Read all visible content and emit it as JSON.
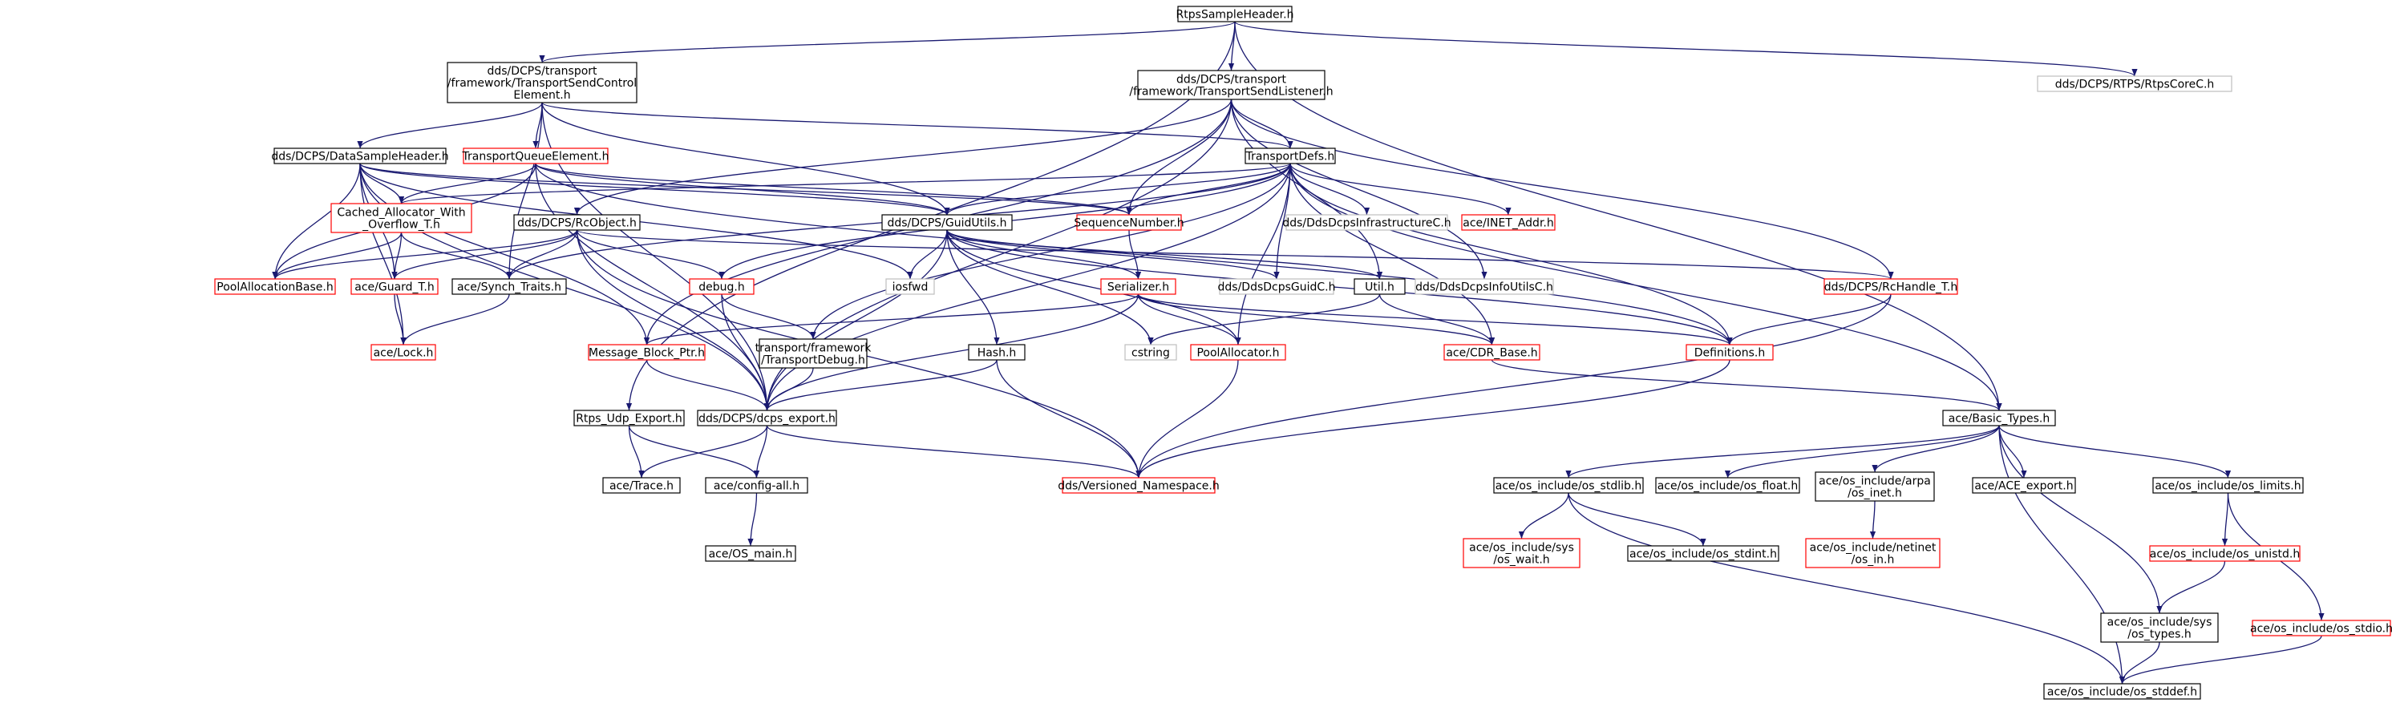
{
  "colors": {
    "edge": "#191970",
    "border_normal": "#000000",
    "border_truncated": "#ff0000",
    "border_external": "#bfbfbf",
    "root_fill": "#bfbfbf"
  },
  "nodes": [
    {
      "id": "rtpssample",
      "lines": [
        "RtpsSampleHeader.h"
      ],
      "kind": "root"
    },
    {
      "id": "tsce",
      "lines": [
        "dds/DCPS/transport",
        "/framework/TransportSendControl",
        "Element.h"
      ],
      "kind": "normal"
    },
    {
      "id": "tsl",
      "lines": [
        "dds/DCPS/transport",
        "/framework/TransportSendListener.h"
      ],
      "kind": "normal"
    },
    {
      "id": "rtpscorec",
      "lines": [
        "dds/DCPS/RTPS/RtpsCoreC.h"
      ],
      "kind": "external"
    },
    {
      "id": "dsh",
      "lines": [
        "dds/DCPS/DataSampleHeader.h"
      ],
      "kind": "normal"
    },
    {
      "id": "tqe",
      "lines": [
        "TransportQueueElement.h"
      ],
      "kind": "truncated"
    },
    {
      "id": "tdefs",
      "lines": [
        "TransportDefs.h"
      ],
      "kind": "normal"
    },
    {
      "id": "cached",
      "lines": [
        "Cached_Allocator_With",
        "_Overflow_T.h"
      ],
      "kind": "truncated"
    },
    {
      "id": "rcobject",
      "lines": [
        "dds/DCPS/RcObject.h"
      ],
      "kind": "normal"
    },
    {
      "id": "guidutils",
      "lines": [
        "dds/DCPS/GuidUtils.h"
      ],
      "kind": "normal"
    },
    {
      "id": "seqnum",
      "lines": [
        "SequenceNumber.h"
      ],
      "kind": "truncated"
    },
    {
      "id": "infracorec",
      "lines": [
        "dds/DdsDcpsInfrastructureC.h"
      ],
      "kind": "external"
    },
    {
      "id": "inetaddr",
      "lines": [
        "ace/INET_Addr.h"
      ],
      "kind": "truncated"
    },
    {
      "id": "poolallocbase",
      "lines": [
        "PoolAllocationBase.h"
      ],
      "kind": "truncated"
    },
    {
      "id": "guard",
      "lines": [
        "ace/Guard_T.h"
      ],
      "kind": "truncated"
    },
    {
      "id": "synch",
      "lines": [
        "ace/Synch_Traits.h"
      ],
      "kind": "normal"
    },
    {
      "id": "debug",
      "lines": [
        "debug.h"
      ],
      "kind": "truncated"
    },
    {
      "id": "iosfwd",
      "lines": [
        "iosfwd"
      ],
      "kind": "external"
    },
    {
      "id": "serializer",
      "lines": [
        "Serializer.h"
      ],
      "kind": "truncated"
    },
    {
      "id": "guidc",
      "lines": [
        "dds/DdsDcpsGuidC.h"
      ],
      "kind": "external"
    },
    {
      "id": "util",
      "lines": [
        "Util.h"
      ],
      "kind": "normal"
    },
    {
      "id": "infoutilsc",
      "lines": [
        "dds/DdsDcpsInfoUtilsC.h"
      ],
      "kind": "external"
    },
    {
      "id": "rchandle",
      "lines": [
        "dds/DCPS/RcHandle_T.h"
      ],
      "kind": "truncated"
    },
    {
      "id": "lock",
      "lines": [
        "ace/Lock.h"
      ],
      "kind": "truncated"
    },
    {
      "id": "mbptr",
      "lines": [
        "Message_Block_Ptr.h"
      ],
      "kind": "truncated"
    },
    {
      "id": "tdebug",
      "lines": [
        "transport/framework",
        "/TransportDebug.h"
      ],
      "kind": "normal"
    },
    {
      "id": "hash",
      "lines": [
        "Hash.h"
      ],
      "kind": "normal"
    },
    {
      "id": "cstring",
      "lines": [
        "cstring"
      ],
      "kind": "external"
    },
    {
      "id": "poolallocator",
      "lines": [
        "PoolAllocator.h"
      ],
      "kind": "truncated"
    },
    {
      "id": "cdrbase",
      "lines": [
        "ace/CDR_Base.h"
      ],
      "kind": "truncated"
    },
    {
      "id": "definitions",
      "lines": [
        "Definitions.h"
      ],
      "kind": "truncated"
    },
    {
      "id": "udpexport",
      "lines": [
        "Rtps_Udp_Export.h"
      ],
      "kind": "normal"
    },
    {
      "id": "dcpsexport",
      "lines": [
        "dds/DCPS/dcps_export.h"
      ],
      "kind": "normal"
    },
    {
      "id": "basictypes",
      "lines": [
        "ace/Basic_Types.h"
      ],
      "kind": "normal"
    },
    {
      "id": "trace",
      "lines": [
        "ace/Trace.h"
      ],
      "kind": "normal"
    },
    {
      "id": "configall",
      "lines": [
        "ace/config-all.h"
      ],
      "kind": "normal"
    },
    {
      "id": "versioned",
      "lines": [
        "dds/Versioned_Namespace.h"
      ],
      "kind": "truncated"
    },
    {
      "id": "osstdlib",
      "lines": [
        "ace/os_include/os_stdlib.h"
      ],
      "kind": "normal"
    },
    {
      "id": "osfloat",
      "lines": [
        "ace/os_include/os_float.h"
      ],
      "kind": "normal"
    },
    {
      "id": "osinet",
      "lines": [
        "ace/os_include/arpa",
        "/os_inet.h"
      ],
      "kind": "normal"
    },
    {
      "id": "aceexport",
      "lines": [
        "ace/ACE_export.h"
      ],
      "kind": "normal"
    },
    {
      "id": "oslimits",
      "lines": [
        "ace/os_include/os_limits.h"
      ],
      "kind": "normal"
    },
    {
      "id": "osmain",
      "lines": [
        "ace/OS_main.h"
      ],
      "kind": "normal"
    },
    {
      "id": "oswait",
      "lines": [
        "ace/os_include/sys",
        "/os_wait.h"
      ],
      "kind": "truncated"
    },
    {
      "id": "osstdint",
      "lines": [
        "ace/os_include/os_stdint.h"
      ],
      "kind": "normal"
    },
    {
      "id": "osin",
      "lines": [
        "ace/os_include/netinet",
        "/os_in.h"
      ],
      "kind": "truncated"
    },
    {
      "id": "osunistd",
      "lines": [
        "ace/os_include/os_unistd.h"
      ],
      "kind": "truncated"
    },
    {
      "id": "ostypes",
      "lines": [
        "ace/os_include/sys",
        "/os_types.h"
      ],
      "kind": "normal"
    },
    {
      "id": "osstdio",
      "lines": [
        "ace/os_include/os_stdio.h"
      ],
      "kind": "truncated"
    },
    {
      "id": "osstddef",
      "lines": [
        "ace/os_include/os_stddef.h"
      ],
      "kind": "normal"
    }
  ],
  "edges": [
    [
      "rtpssample",
      "tsce"
    ],
    [
      "rtpssample",
      "tsl"
    ],
    [
      "rtpssample",
      "rtpscorec"
    ],
    [
      "rtpssample",
      "udpexport"
    ],
    [
      "rtpssample",
      "basictypes"
    ],
    [
      "tsce",
      "dsh"
    ],
    [
      "tsce",
      "tqe"
    ],
    [
      "tsce",
      "tdefs"
    ],
    [
      "tsce",
      "guidutils"
    ],
    [
      "tsce",
      "synch"
    ],
    [
      "tsce",
      "dcpsexport"
    ],
    [
      "tsl",
      "tdefs"
    ],
    [
      "tsl",
      "rcobject"
    ],
    [
      "tsl",
      "seqnum"
    ],
    [
      "tsl",
      "rchandle"
    ],
    [
      "tsl",
      "infoutilsc"
    ],
    [
      "tsl",
      "util"
    ],
    [
      "tsl",
      "dcpsexport"
    ],
    [
      "tsl",
      "mbptr"
    ],
    [
      "dsh",
      "cached"
    ],
    [
      "dsh",
      "poolallocbase"
    ],
    [
      "dsh",
      "guard"
    ],
    [
      "dsh",
      "seqnum"
    ],
    [
      "dsh",
      "guidutils"
    ],
    [
      "dsh",
      "lock"
    ],
    [
      "dsh",
      "mbptr"
    ],
    [
      "dsh",
      "dcpsexport"
    ],
    [
      "dsh",
      "iosfwd"
    ],
    [
      "tqe",
      "cached"
    ],
    [
      "tqe",
      "seqnum"
    ],
    [
      "tqe",
      "guidutils"
    ],
    [
      "tqe",
      "poolallocbase"
    ],
    [
      "tqe",
      "definitions"
    ],
    [
      "tqe",
      "dcpsexport"
    ],
    [
      "tdefs",
      "infracorec"
    ],
    [
      "tdefs",
      "inetaddr"
    ],
    [
      "tdefs",
      "guidc"
    ],
    [
      "tdefs",
      "cached"
    ],
    [
      "tdefs",
      "synch"
    ],
    [
      "tdefs",
      "debug"
    ],
    [
      "tdefs",
      "tdebug"
    ],
    [
      "tdefs",
      "poolallocator"
    ],
    [
      "tdefs",
      "cdrbase"
    ],
    [
      "tdefs",
      "definitions"
    ],
    [
      "tdefs",
      "basictypes"
    ],
    [
      "tdefs",
      "dcpsexport"
    ],
    [
      "tdefs",
      "seqnum"
    ],
    [
      "tdefs",
      "guidutils"
    ],
    [
      "cached",
      "poolallocbase"
    ],
    [
      "cached",
      "guard"
    ],
    [
      "cached",
      "synch"
    ],
    [
      "rcobject",
      "poolallocbase"
    ],
    [
      "rcobject",
      "guard"
    ],
    [
      "rcobject",
      "synch"
    ],
    [
      "rcobject",
      "debug"
    ],
    [
      "rcobject",
      "rchandle"
    ],
    [
      "rcobject",
      "dcpsexport"
    ],
    [
      "rcobject",
      "versioned"
    ],
    [
      "guidutils",
      "guidc"
    ],
    [
      "guidutils",
      "serializer"
    ],
    [
      "guidutils",
      "util"
    ],
    [
      "guidutils",
      "hash"
    ],
    [
      "guidutils",
      "poolallocator"
    ],
    [
      "guidutils",
      "cstring"
    ],
    [
      "guidutils",
      "iosfwd"
    ],
    [
      "guidutils",
      "dcpsexport"
    ],
    [
      "guidutils",
      "definitions"
    ],
    [
      "seqnum",
      "serializer"
    ],
    [
      "guard",
      "lock"
    ],
    [
      "synch",
      "lock"
    ],
    [
      "debug",
      "tdebug"
    ],
    [
      "debug",
      "dcpsexport"
    ],
    [
      "serializer",
      "mbptr"
    ],
    [
      "serializer",
      "poolallocator"
    ],
    [
      "serializer",
      "cdrbase"
    ],
    [
      "serializer",
      "definitions"
    ],
    [
      "serializer",
      "dcpsexport"
    ],
    [
      "util",
      "cstring"
    ],
    [
      "util",
      "cdrbase"
    ],
    [
      "rchandle",
      "definitions"
    ],
    [
      "rchandle",
      "versioned"
    ],
    [
      "mbptr",
      "dcpsexport"
    ],
    [
      "tdebug",
      "dcpsexport"
    ],
    [
      "hash",
      "dcpsexport"
    ],
    [
      "hash",
      "versioned"
    ],
    [
      "poolallocator",
      "versioned"
    ],
    [
      "cdrbase",
      "basictypes"
    ],
    [
      "definitions",
      "versioned"
    ],
    [
      "udpexport",
      "trace"
    ],
    [
      "udpexport",
      "configall"
    ],
    [
      "dcpsexport",
      "trace"
    ],
    [
      "dcpsexport",
      "configall"
    ],
    [
      "dcpsexport",
      "versioned"
    ],
    [
      "configall",
      "osmain"
    ],
    [
      "basictypes",
      "osstdlib"
    ],
    [
      "basictypes",
      "osfloat"
    ],
    [
      "basictypes",
      "osinet"
    ],
    [
      "basictypes",
      "aceexport"
    ],
    [
      "basictypes",
      "oslimits"
    ],
    [
      "basictypes",
      "ostypes"
    ],
    [
      "basictypes",
      "osstddef"
    ],
    [
      "osstdlib",
      "oswait"
    ],
    [
      "osstdlib",
      "osstdint"
    ],
    [
      "osstdlib",
      "osstddef"
    ],
    [
      "osinet",
      "osin"
    ],
    [
      "oslimits",
      "osunistd"
    ],
    [
      "oslimits",
      "osstdio"
    ],
    [
      "osunistd",
      "ostypes"
    ],
    [
      "ostypes",
      "osstddef"
    ],
    [
      "osstdio",
      "osstddef"
    ]
  ]
}
